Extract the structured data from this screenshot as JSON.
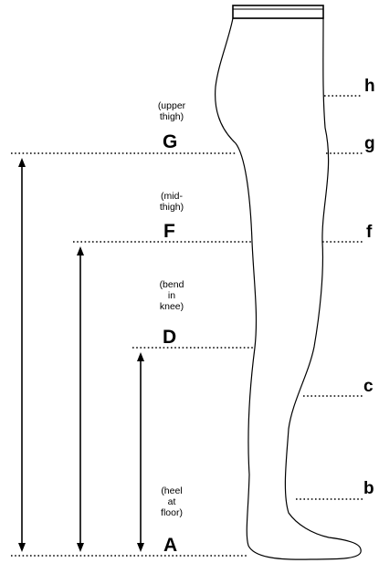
{
  "left_levels": [
    {
      "id": "G",
      "letter": "G",
      "note": "(upper\nthigh)"
    },
    {
      "id": "F",
      "letter": "F",
      "note": "(mid-\nthigh)"
    },
    {
      "id": "D",
      "letter": "D",
      "note": "(bend\nin\nknee)"
    },
    {
      "id": "A",
      "letter": "A",
      "note": "(heel\nat\nfloor)"
    }
  ],
  "right_levels": [
    {
      "id": "h",
      "letter": "h"
    },
    {
      "id": "g",
      "letter": "g"
    },
    {
      "id": "f",
      "letter": "f"
    },
    {
      "id": "c",
      "letter": "c"
    },
    {
      "id": "b",
      "letter": "b"
    }
  ],
  "colors": {
    "ink": "#000000",
    "background": "#ffffff"
  }
}
